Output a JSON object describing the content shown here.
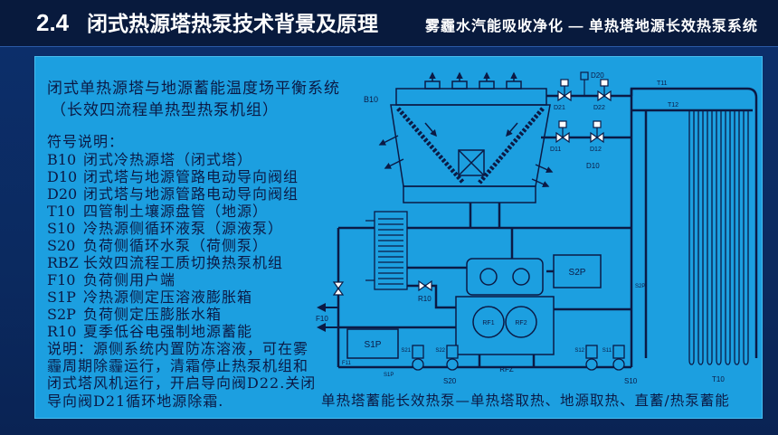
{
  "header": {
    "section_number": "2.4",
    "title": "闭式热源塔热泵技术背景及原理",
    "subtitle": "雾霾水汽能吸收净化 — 单热塔地源长效热泵系统"
  },
  "panel": {
    "title_line1": "闭式单热源塔与地源蓄能温度场平衡系统",
    "title_line2": "（长效四流程单热型热泵机组）",
    "legend_heading": "符号说明：",
    "legend": [
      {
        "code": "B10",
        "desc": "闭式冷热源塔（闭式塔）"
      },
      {
        "code": "D10",
        "desc": "闭式塔与地源管路电动导向阀组"
      },
      {
        "code": "D20",
        "desc": "闭式塔与地源管路电动导向阀组"
      },
      {
        "code": "T10",
        "desc": "四管制土壤源盘管（地源）"
      },
      {
        "code": "S10",
        "desc": "冷热源侧循环液泵（源液泵）"
      },
      {
        "code": "S20",
        "desc": "负荷侧循环水泵（荷侧泵）"
      },
      {
        "code": "RBZ",
        "desc": "长效四流程工质切换热泵机组"
      },
      {
        "code": "F10",
        "desc": "负荷侧用户端"
      },
      {
        "code": "S1P",
        "desc": "冷热源侧定压溶液膨胀箱"
      },
      {
        "code": "S2P",
        "desc": "负荷侧定压膨胀水箱"
      },
      {
        "code": "R10",
        "desc": "夏季低谷电强制地源蓄能"
      }
    ],
    "note": [
      "说明：源侧系统内置防冻溶液，可在雾",
      "霾周期除霾运行，清霜停止热泵机组和",
      "闭式塔风机运行，开启导向阀D22.关闭",
      "导向阀D21循环地源除霜."
    ],
    "caption": "单热塔蓄能长效热泵—单热塔取热、地源取热、直蓄/热泵蓄能"
  },
  "diagram": {
    "b10": "B10",
    "d20": "D20",
    "d21": "D21",
    "d22": "D22",
    "t11": "T11",
    "t12": "T12",
    "d10": "D10",
    "d11": "D11",
    "d12": "D12",
    "r10": "R10",
    "s2p": "S2P",
    "s2p_pipe": "S2P",
    "s1p": "S1P",
    "s1p_pipe": "S1P",
    "f10": "F10",
    "f11": "F11",
    "s21": "S21",
    "s22": "S22",
    "s20": "S20",
    "s12": "S12",
    "s11": "S11",
    "s10": "S10",
    "rf1": "RF1",
    "rf2": "RF2",
    "rfz": "RFZ",
    "t10": "T10"
  },
  "colors": {
    "header_bg": "#081a3d",
    "slide_bg": "#0c2f6c",
    "panel_bg": "#1c9fe0",
    "ink": "#0b1a45"
  }
}
